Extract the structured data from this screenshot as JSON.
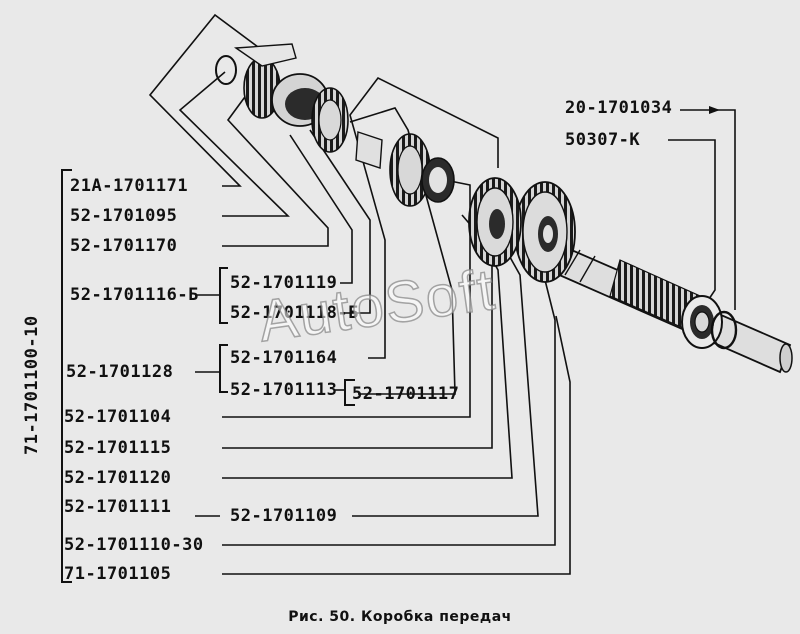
{
  "assembly_number": "71-1701100-10",
  "parts": {
    "p01": "21А-1701171",
    "p02": "52-1701095",
    "p03": "52-1701170",
    "p04": "52-1701116-Б",
    "p05": "52-1701119",
    "p06": "52-1701118-Б",
    "p07": "52-1701128",
    "p08": "52-1701164",
    "p09": "52-1701113",
    "p10": "52-1701117",
    "p11": "52-1701104",
    "p12": "52-1701115",
    "p13": "52-1701120",
    "p14": "52-1701111",
    "p15": "52-1701109",
    "p16": "52-1701110-30",
    "p17": "71-1701105",
    "p18": "20-1701034",
    "p19": "50307-К"
  },
  "watermark": "AutoSoft",
  "caption": "Рис. 50. Коробка передач"
}
